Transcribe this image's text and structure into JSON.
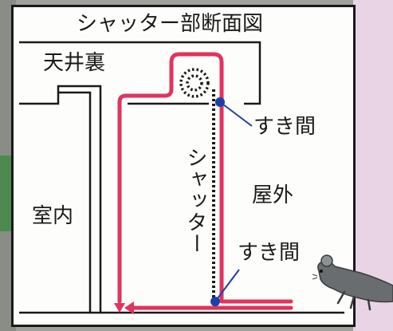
{
  "title": "シャッター部断面図",
  "labels": {
    "ceiling": "天井裏",
    "indoor": "室内",
    "outdoor": "屋外",
    "shutter": "シャッター",
    "gap_top": "すき間",
    "gap_bottom": "すき間"
  },
  "colors": {
    "wall": "#1a1a1a",
    "airflow": "#e0335d",
    "shutter": "#1a1a1a",
    "gap_marker": "#1f3fa8",
    "pink_background": "#e8d4e4"
  },
  "icons": [
    "mouse-icon",
    "shutter-coil-icon"
  ]
}
